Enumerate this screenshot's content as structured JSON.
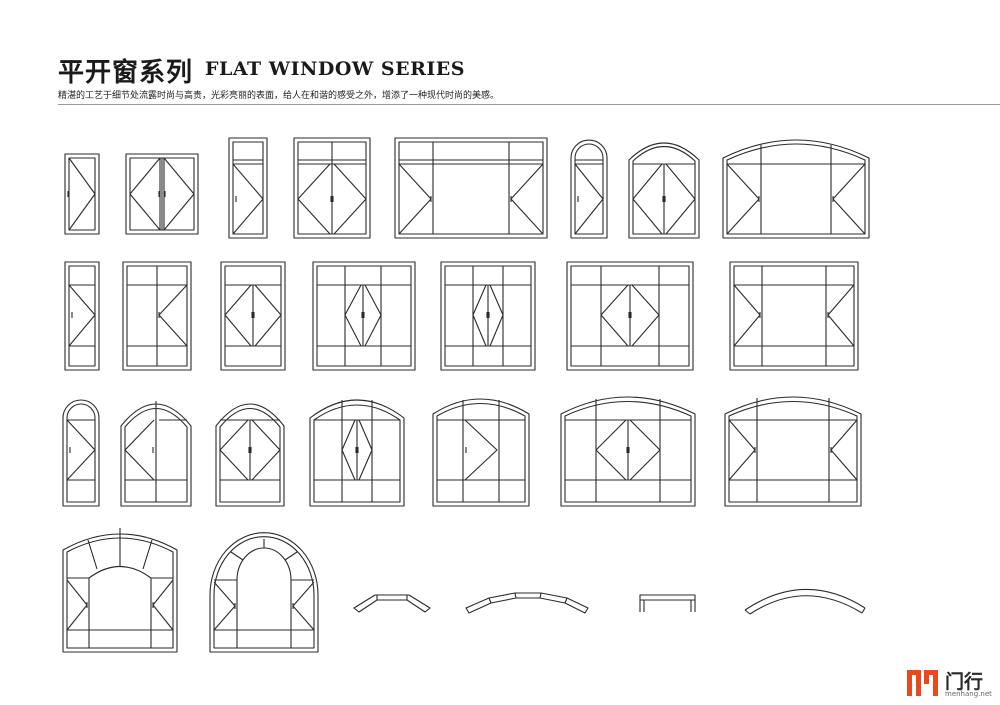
{
  "header": {
    "title_cn": "平开窗系列",
    "title_en": "FLAT WINDOW SERIES",
    "subtitle": "精湛的工艺于细节处流露时尚与高贵，光彩亮丽的表面，给人在和谐的感受之外，增添了一种现代时尚的美感。"
  },
  "logo": {
    "name": "门行",
    "url": "menhang.net",
    "color": "#e8491d"
  },
  "colors": {
    "line": "#2b2b2b",
    "rule": "#9a9a9a"
  }
}
